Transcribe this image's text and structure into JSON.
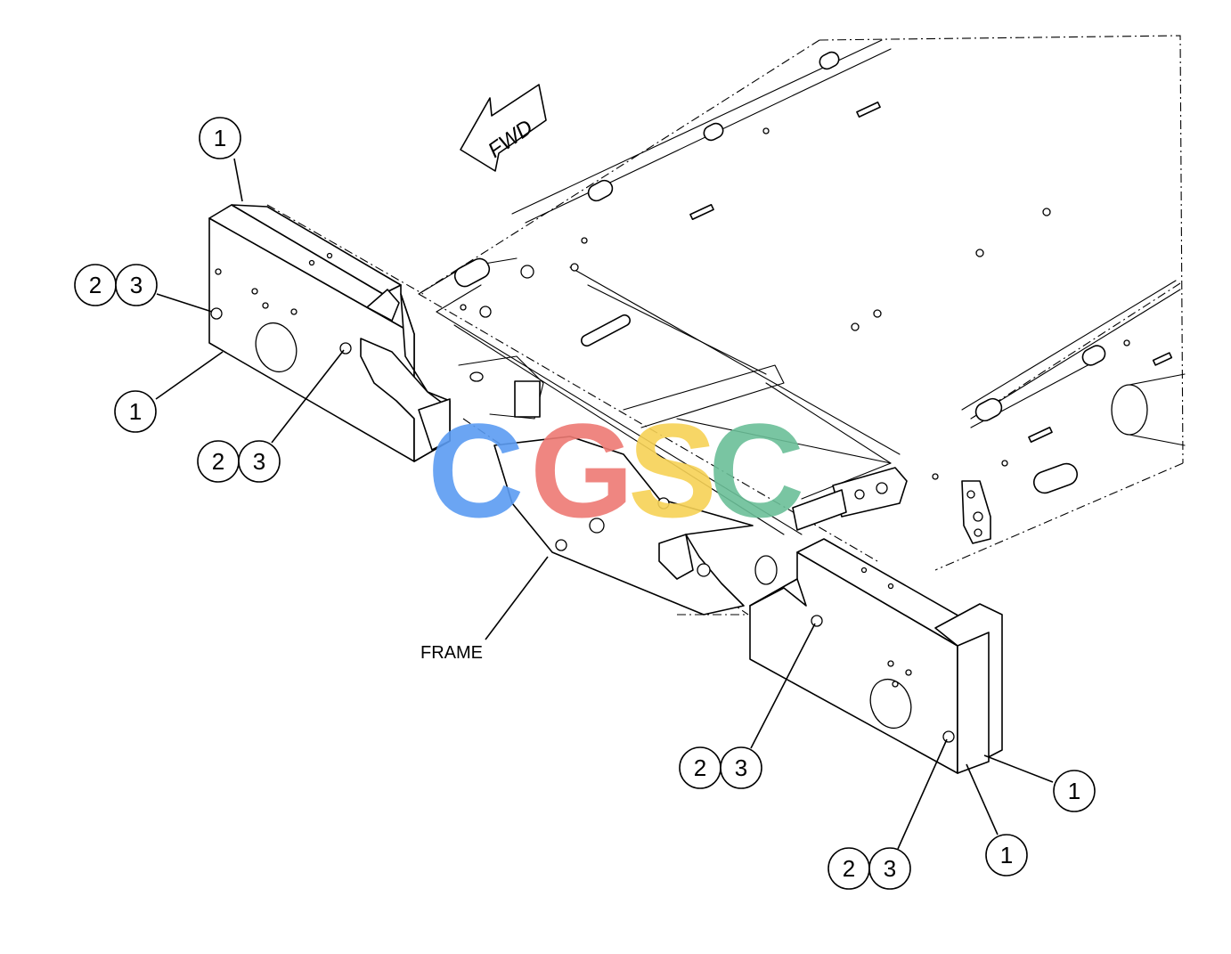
{
  "diagram": {
    "direction_label": "FWD",
    "frame_label": "FRAME",
    "watermark": {
      "letters": [
        "C",
        "G",
        "S",
        "C"
      ],
      "colors": [
        "#5b9cf2",
        "#ee7a74",
        "#f7d256",
        "#6bbf98"
      ]
    },
    "callouts": [
      {
        "id": "tl-1",
        "items": [
          "1"
        ]
      },
      {
        "id": "l-23",
        "items": [
          "2",
          "3"
        ]
      },
      {
        "id": "l-1",
        "items": [
          "1"
        ]
      },
      {
        "id": "lc-23",
        "items": [
          "2",
          "3"
        ]
      },
      {
        "id": "rc-23",
        "items": [
          "2",
          "3"
        ]
      },
      {
        "id": "r-1a",
        "items": [
          "1"
        ]
      },
      {
        "id": "br-23",
        "items": [
          "2",
          "3"
        ]
      },
      {
        "id": "r-1b",
        "items": [
          "1"
        ]
      }
    ]
  }
}
